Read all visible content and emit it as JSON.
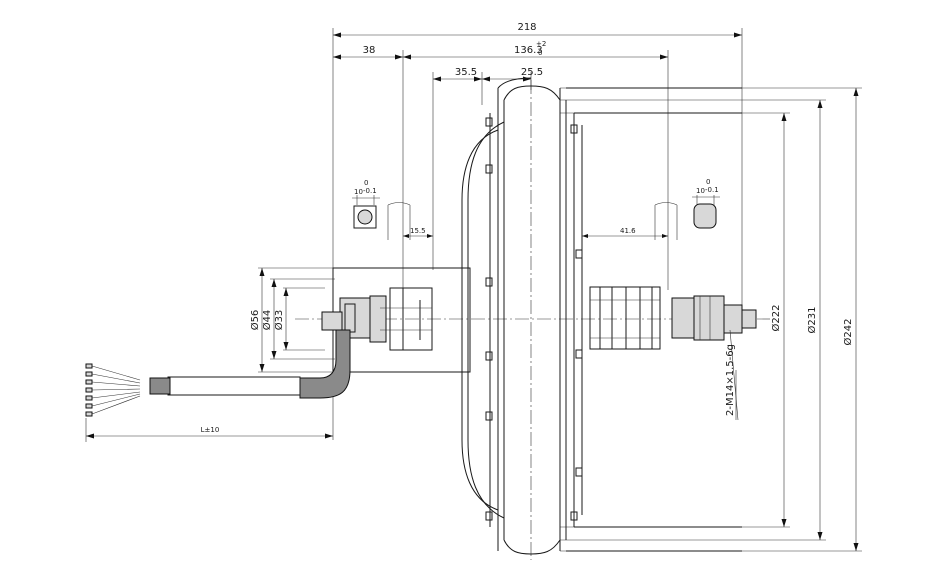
{
  "dimensions": {
    "overall_width": "218",
    "hub_left": "38",
    "hub_width": "136.3",
    "hub_width_tol_upper": "+2",
    "hub_width_tol_lower": "0",
    "left_to_center": "35.5",
    "center_to_flange": "25.5",
    "left_axle_offset": "15.5",
    "right_axle_offset": "41.6",
    "flat_left": "10",
    "flat_left_tol_upper": "0",
    "flat_left_tol_lower": "-0.1",
    "flat_right": "10",
    "flat_right_tol_upper": "0",
    "flat_right_tol_lower": "-0.1",
    "dia_56": "Ø56",
    "dia_44": "Ø44",
    "dia_33": "Ø33",
    "dia_222": "Ø222",
    "dia_231": "Ø231",
    "dia_242": "Ø242",
    "thread": "2-M14×1.5-6g",
    "cable_length": "L±10"
  },
  "colors": {
    "line": "#1a1a1a",
    "cable_fill": "#8a8a8a",
    "part_fill": "#d8d8d8"
  }
}
